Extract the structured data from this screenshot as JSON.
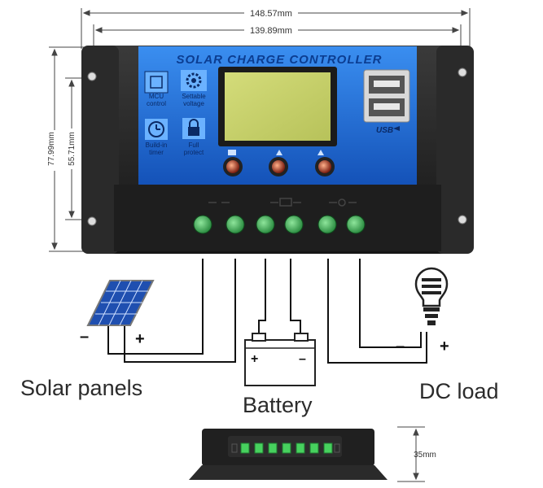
{
  "dimensions": {
    "overall_width": "148.57mm",
    "mount_width": "139.89mm",
    "overall_height": "77.99mm",
    "mount_height": "55.71mm",
    "side_height": "35mm"
  },
  "device": {
    "title": "SOLAR CHARGE CONTROLLER",
    "features": [
      {
        "line1": "MCU",
        "line2": "control",
        "icon": "chip-icon"
      },
      {
        "line1": "Settable",
        "line2": "voltage",
        "icon": "gear-icon"
      },
      {
        "line1": "Build-in",
        "line2": "timer",
        "icon": "clock-icon"
      },
      {
        "line1": "Full",
        "line2": "protect",
        "icon": "lock-icon"
      }
    ],
    "usb_label": "USB",
    "colors": {
      "case": "#232323",
      "panel": "#1f6fd1",
      "lcd": "#c7d16a",
      "terminal": "#2fae4a"
    }
  },
  "labels": {
    "solar": "Solar panels",
    "battery": "Battery",
    "load": "DC load"
  },
  "polarity": {
    "minus": "–",
    "plus": "+"
  }
}
